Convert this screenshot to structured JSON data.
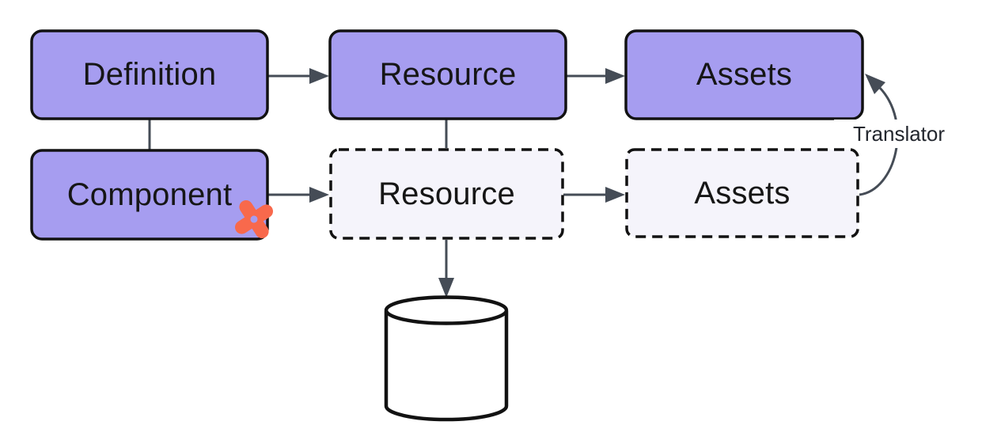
{
  "diagram": {
    "nodes": [
      {
        "id": "definition",
        "label": "Definition",
        "variant": "solid"
      },
      {
        "id": "resource_main",
        "label": "Resource",
        "variant": "solid"
      },
      {
        "id": "assets_main",
        "label": "Assets",
        "variant": "solid"
      },
      {
        "id": "component",
        "label": "Component",
        "variant": "solid",
        "badge": "dbt-pinwheel-icon"
      },
      {
        "id": "resource_ghost",
        "label": "Resource",
        "variant": "dashed"
      },
      {
        "id": "assets_ghost",
        "label": "Assets",
        "variant": "dashed"
      }
    ],
    "labels": {
      "translator": "Translator"
    },
    "shapes": {
      "database": "cylinder"
    },
    "colors": {
      "node_fill": "#A69DF0",
      "ghost_fill": "#F5F4FB",
      "node_border": "#121212",
      "connector": "#454C56",
      "badge_orange": "#F8694C",
      "label_text": "#161616",
      "canvas": "#FFFFFF"
    }
  }
}
